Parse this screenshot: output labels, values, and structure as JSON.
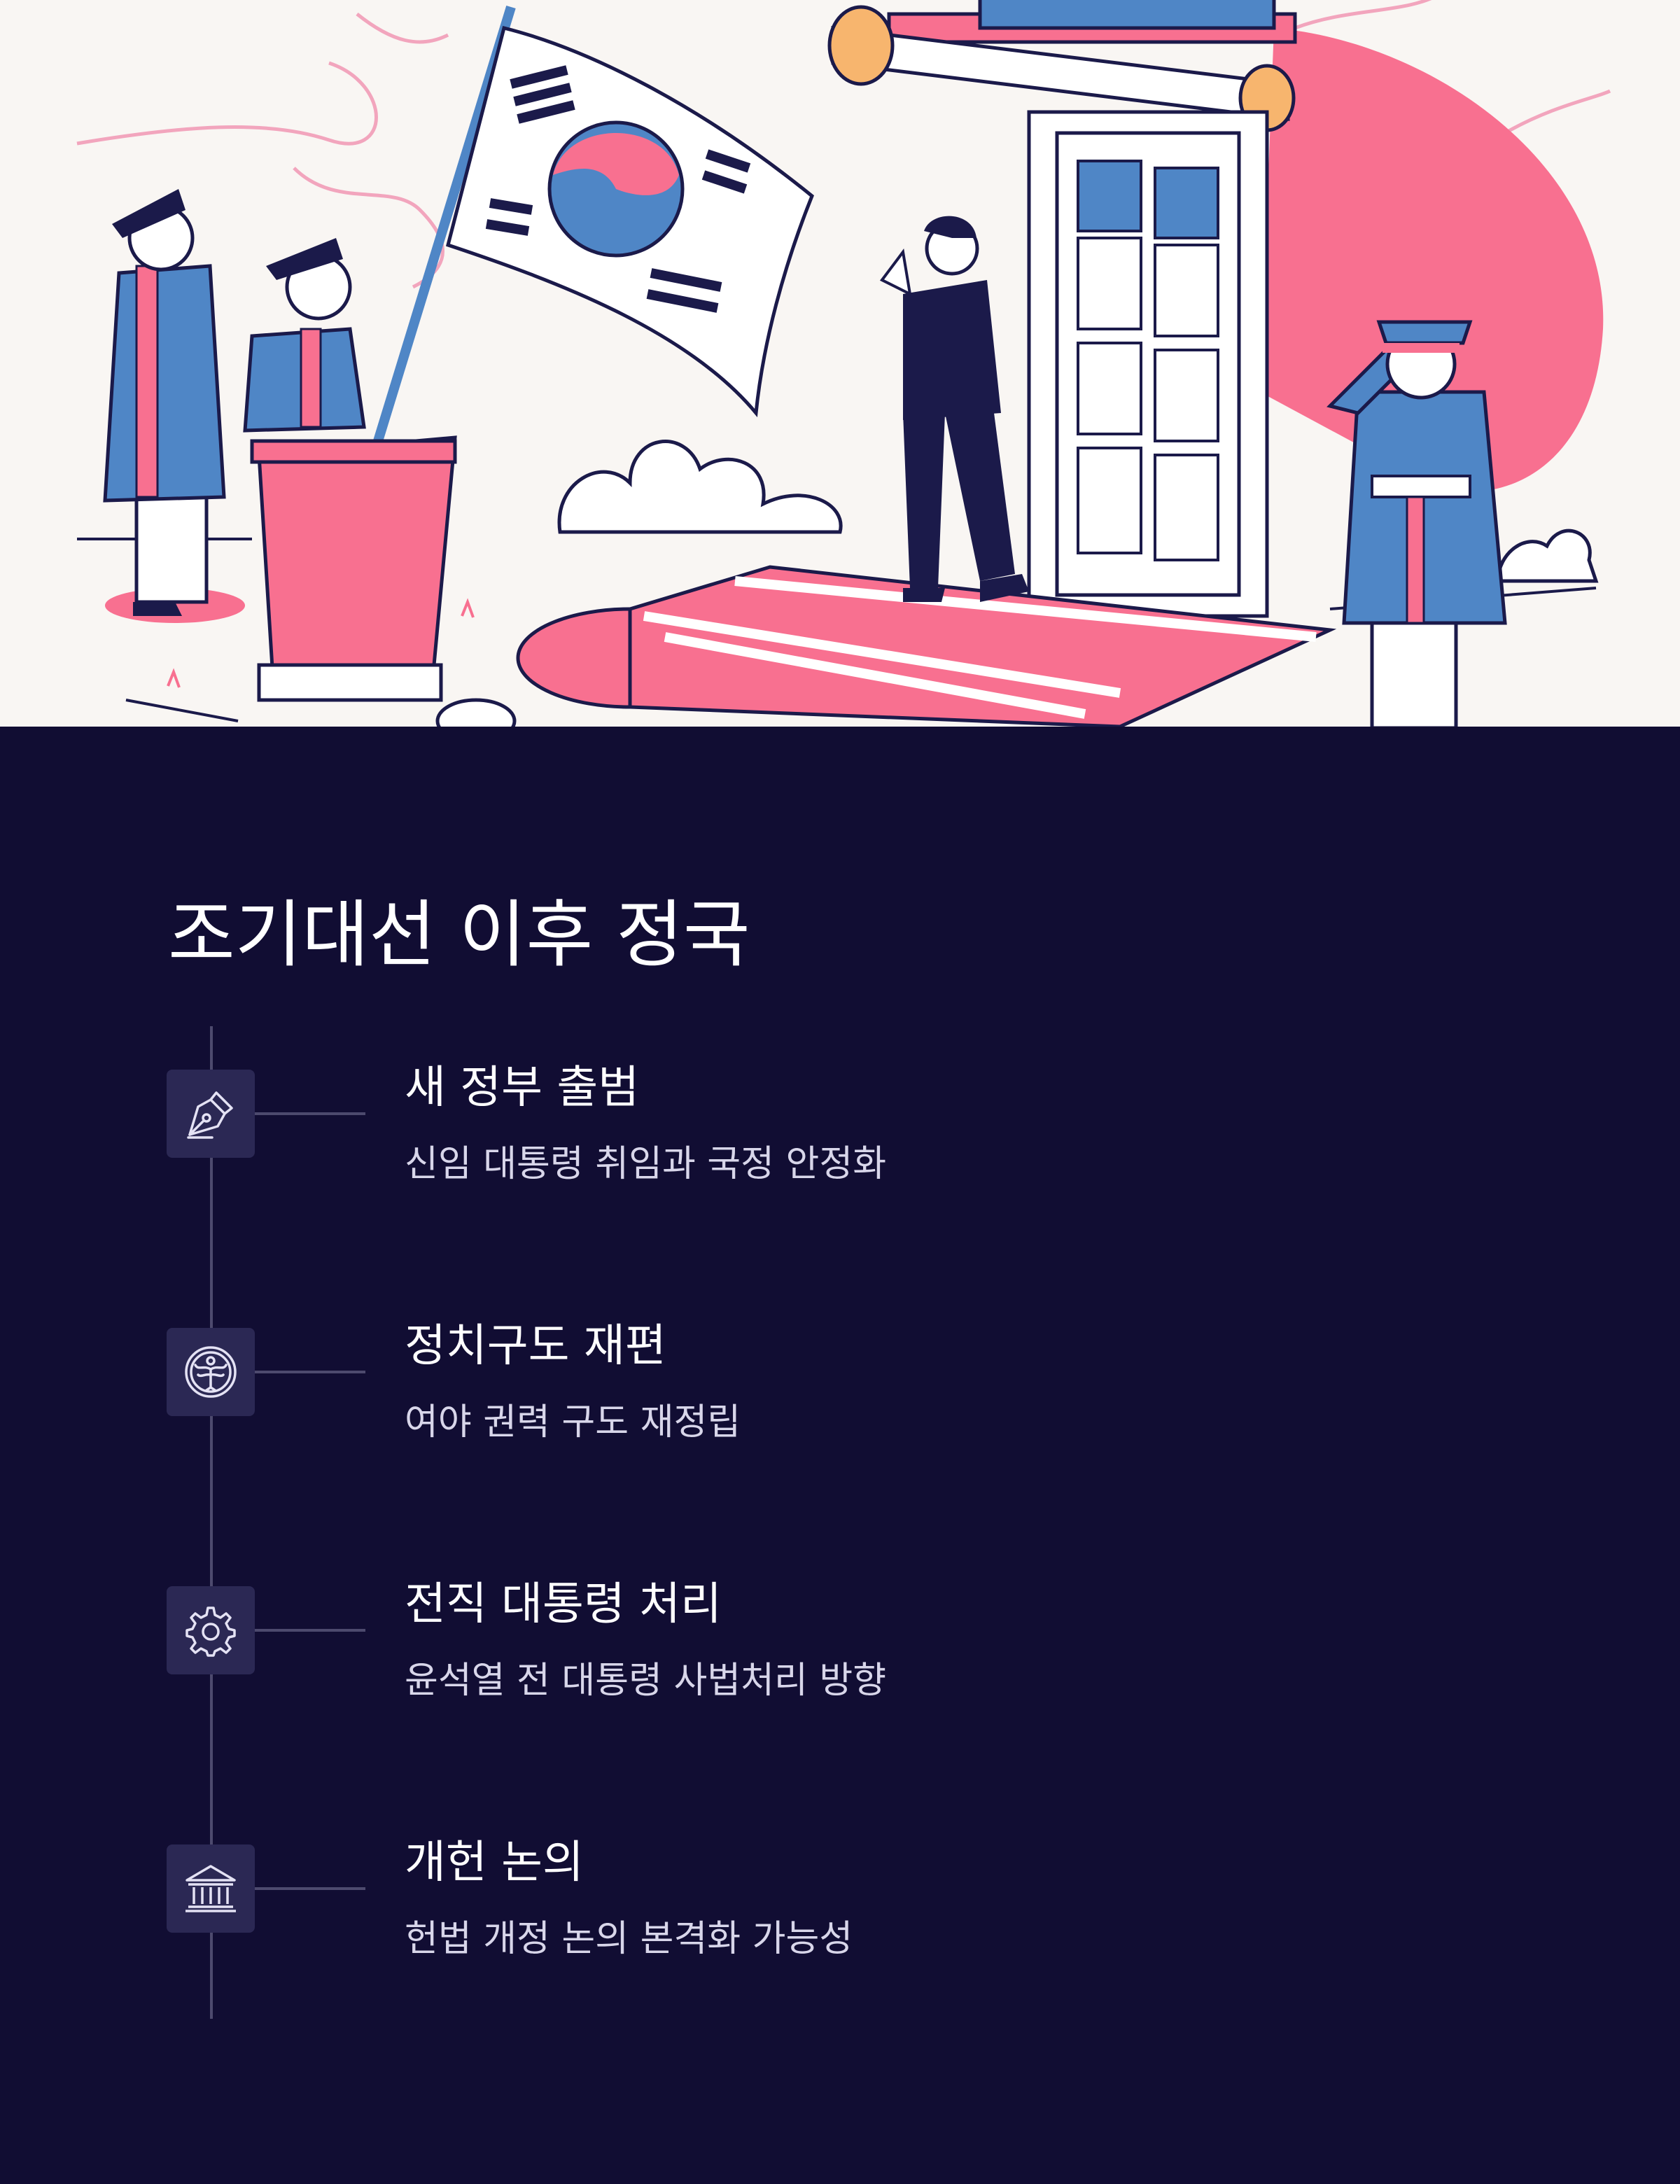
{
  "hero": {
    "colors": {
      "background": "#f9f6f3",
      "accent_pink": "#f87090",
      "accent_blue": "#4f86c6",
      "outline_navy": "#1b1a4a",
      "accent_orange": "#f7b56e"
    }
  },
  "title": "조기대선 이후 정국",
  "steps": [
    {
      "icon": "pen-nib-icon",
      "title": "새 정부 출범",
      "description": "신임 대통령 취임과 국정 안정화"
    },
    {
      "icon": "phoenix-emblem-icon",
      "title": "정치구도 재편",
      "description": "여야 권력 구도 재정립"
    },
    {
      "icon": "gear-icon",
      "title": "전직 대통령 처리",
      "description": "윤석열 전 대통령 사법처리 방향"
    },
    {
      "icon": "courthouse-icon",
      "title": "개헌 논의",
      "description": "헌법 개정 논의 본격화 가능성"
    }
  ],
  "theme": {
    "background": "#110d33",
    "icon_box": "#2b2854",
    "line": "#4d4a6e",
    "text": "#ffffff",
    "subtext": "#d8d6ea"
  }
}
